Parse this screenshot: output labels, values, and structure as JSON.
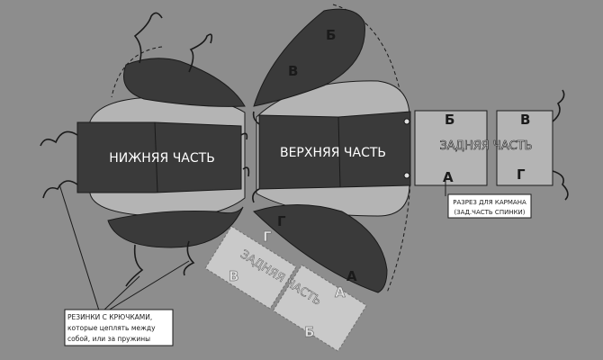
{
  "colors": {
    "background": "#8d8d8d",
    "dark_panel": "#3a3a3a",
    "light_panel": "#b4b4b4",
    "pale_panel": "#c9c9c9",
    "outline": "#1a1a1a"
  },
  "labels": {
    "lower_part": "НИЖНЯЯ ЧАСТЬ",
    "upper_part": "ВЕРХНЯЯ ЧАСТЬ",
    "back_part": "ЗАДНЯЯ ЧАСТЬ",
    "back_part_rotated": "ЗАДНЯЯ ЧАСТЬ"
  },
  "markers": {
    "b_top": "Б",
    "v_top": "В",
    "g_right": "Г",
    "a_right": "А",
    "back_b": "Б",
    "back_a": "А",
    "back_v": "В",
    "back_g": "Г",
    "rot_g": "Г",
    "rot_v": "В",
    "rot_a": "А",
    "rot_b": "Б"
  },
  "notes": {
    "pocket_line1": "РАЗРЕЗ ДЛЯ КАРМАНА",
    "pocket_line2": "(ЗАД.ЧАСТЬ СПИНКИ)",
    "elastic_line1": "РЕЗИНКИ С КРЮЧКАМИ,",
    "elastic_line2": "которые цеплять  между",
    "elastic_line3": "собой, или за пружины"
  }
}
